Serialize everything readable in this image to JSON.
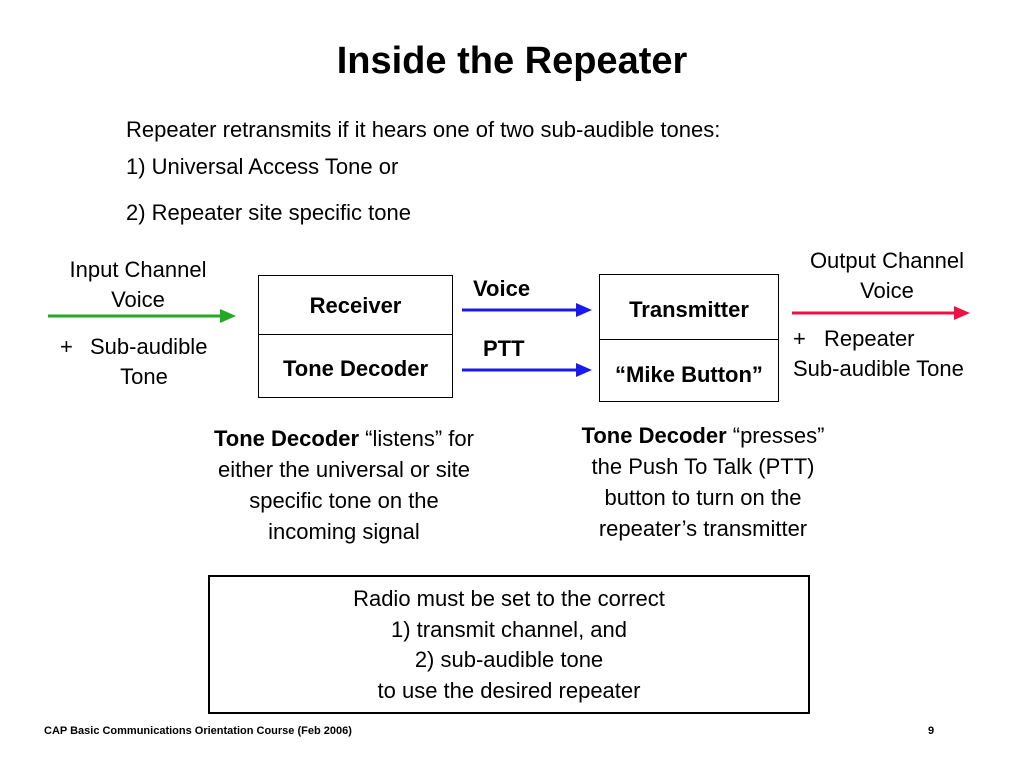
{
  "title": "Inside the Repeater",
  "intro": {
    "line1": "Repeater retransmits if it hears one of two sub-audible tones:",
    "line2": "1) Universal Access Tone or",
    "line3": "2) Repeater site specific tone"
  },
  "input": {
    "line1": "Input Channel",
    "line2": "Voice",
    "plus": "+",
    "sub1": "Sub-audible",
    "sub2": "Tone",
    "arrow_color": "#22aa22"
  },
  "receiver": {
    "top_label": "Receiver",
    "bottom_label": "Tone Decoder"
  },
  "middle": {
    "voice_label": "Voice",
    "ptt_label": "PTT",
    "arrow_color": "#1a1aee"
  },
  "transmitter": {
    "top_label": "Transmitter",
    "bottom_label": "“Mike Button”"
  },
  "output": {
    "line1": "Output Channel",
    "line2": "Voice",
    "plus": "+",
    "sub1": "Repeater",
    "sub2": "Sub-audible Tone",
    "arrow_color": "#ee1144"
  },
  "desc_left": {
    "bold": "Tone Decoder",
    "rest1": " “listens” for",
    "line2": "either the universal or site",
    "line3": "specific tone on the",
    "line4": "incoming signal"
  },
  "desc_right": {
    "bold": "Tone Decoder",
    "rest1": " “presses”",
    "line2": "the Push To Talk (PTT)",
    "line3": "button to turn on the",
    "line4": "repeater’s transmitter"
  },
  "note": {
    "line1": "Radio must be set to the correct",
    "line2": "1) transmit channel, and",
    "line3": "2) sub-audible tone",
    "line4": "to use the desired repeater"
  },
  "footer": {
    "course": "CAP Basic Communications Orientation Course (Feb 2006)",
    "page_number": "9"
  }
}
